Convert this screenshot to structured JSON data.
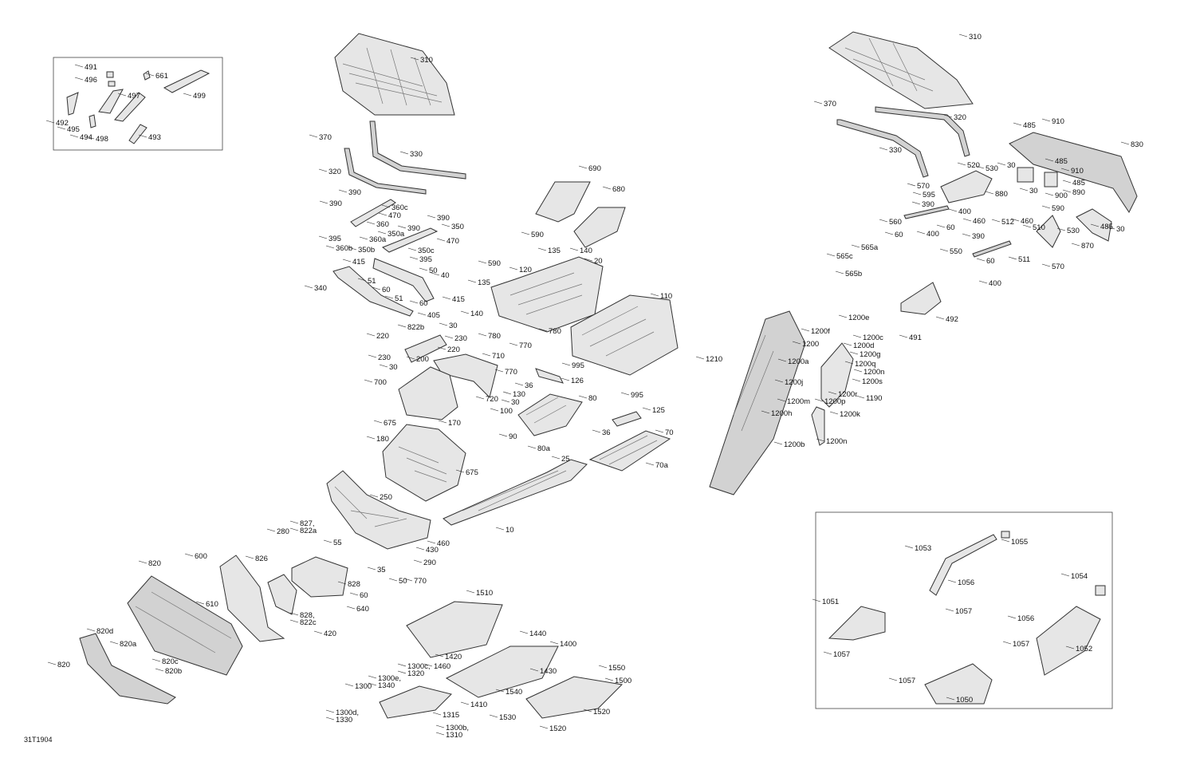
{
  "diagram": {
    "code": "31T1904",
    "callouts": [
      {
        "id": "491",
        "label": "491"
      },
      {
        "id": "661",
        "label": "661"
      },
      {
        "id": "496",
        "label": "496"
      },
      {
        "id": "499",
        "label": "499"
      },
      {
        "id": "497",
        "label": "497"
      },
      {
        "id": "492a",
        "label": "492"
      },
      {
        "id": "495",
        "label": "495"
      },
      {
        "id": "494",
        "label": "494"
      },
      {
        "id": "498",
        "label": "498"
      },
      {
        "id": "493",
        "label": "493"
      },
      {
        "id": "310a",
        "label": "310"
      },
      {
        "id": "370a",
        "label": "370"
      },
      {
        "id": "330a",
        "label": "330"
      },
      {
        "id": "320a",
        "label": "320"
      },
      {
        "id": "390a",
        "label": "390"
      },
      {
        "id": "390b",
        "label": "390"
      },
      {
        "id": "360c",
        "label": "360c"
      },
      {
        "id": "470a",
        "label": "470"
      },
      {
        "id": "360",
        "label": "360"
      },
      {
        "id": "390c",
        "label": "390"
      },
      {
        "id": "390d",
        "label": "390"
      },
      {
        "id": "350",
        "label": "350"
      },
      {
        "id": "350a",
        "label": "350a"
      },
      {
        "id": "395a",
        "label": "395"
      },
      {
        "id": "360a",
        "label": "360a"
      },
      {
        "id": "470b",
        "label": "470"
      },
      {
        "id": "360b",
        "label": "360b"
      },
      {
        "id": "350b",
        "label": "350b"
      },
      {
        "id": "350c",
        "label": "350c"
      },
      {
        "id": "395b",
        "label": "395"
      },
      {
        "id": "415a",
        "label": "415"
      },
      {
        "id": "50a",
        "label": "50"
      },
      {
        "id": "40",
        "label": "40"
      },
      {
        "id": "340",
        "label": "340"
      },
      {
        "id": "51a",
        "label": "51"
      },
      {
        "id": "60a",
        "label": "60"
      },
      {
        "id": "51b",
        "label": "51"
      },
      {
        "id": "60b",
        "label": "60"
      },
      {
        "id": "415b",
        "label": "415"
      },
      {
        "id": "405",
        "label": "405"
      },
      {
        "id": "822b",
        "label": "822b"
      },
      {
        "id": "30a",
        "label": "30"
      },
      {
        "id": "220a",
        "label": "220"
      },
      {
        "id": "230a",
        "label": "230"
      },
      {
        "id": "230b",
        "label": "230"
      },
      {
        "id": "220b",
        "label": "220"
      },
      {
        "id": "30b",
        "label": "30"
      },
      {
        "id": "200",
        "label": "200"
      },
      {
        "id": "710",
        "label": "710"
      },
      {
        "id": "700",
        "label": "700"
      },
      {
        "id": "770a",
        "label": "770"
      },
      {
        "id": "720",
        "label": "720"
      },
      {
        "id": "690",
        "label": "690"
      },
      {
        "id": "680",
        "label": "680"
      },
      {
        "id": "590a",
        "label": "590"
      },
      {
        "id": "135a",
        "label": "135"
      },
      {
        "id": "140a",
        "label": "140"
      },
      {
        "id": "20",
        "label": "20"
      },
      {
        "id": "590b",
        "label": "590"
      },
      {
        "id": "120",
        "label": "120"
      },
      {
        "id": "135b",
        "label": "135"
      },
      {
        "id": "140b",
        "label": "140"
      },
      {
        "id": "780a",
        "label": "780"
      },
      {
        "id": "770b",
        "label": "770"
      },
      {
        "id": "780b",
        "label": "780"
      },
      {
        "id": "110",
        "label": "110"
      },
      {
        "id": "995a",
        "label": "995"
      },
      {
        "id": "36a",
        "label": "36"
      },
      {
        "id": "126",
        "label": "126"
      },
      {
        "id": "130",
        "label": "130"
      },
      {
        "id": "30c",
        "label": "30"
      },
      {
        "id": "80",
        "label": "80"
      },
      {
        "id": "100",
        "label": "100"
      },
      {
        "id": "90",
        "label": "90"
      },
      {
        "id": "80a",
        "label": "80a"
      },
      {
        "id": "995b",
        "label": "995"
      },
      {
        "id": "125",
        "label": "125"
      },
      {
        "id": "36b",
        "label": "36"
      },
      {
        "id": "70",
        "label": "70"
      },
      {
        "id": "70a",
        "label": "70a"
      },
      {
        "id": "675a",
        "label": "675"
      },
      {
        "id": "170",
        "label": "170"
      },
      {
        "id": "180",
        "label": "180"
      },
      {
        "id": "675b",
        "label": "675"
      },
      {
        "id": "25",
        "label": "25"
      },
      {
        "id": "10",
        "label": "10"
      },
      {
        "id": "250",
        "label": "250"
      },
      {
        "id": "460a",
        "label": "460"
      },
      {
        "id": "430",
        "label": "430"
      },
      {
        "id": "290",
        "label": "290"
      },
      {
        "id": "35",
        "label": "35"
      },
      {
        "id": "50b",
        "label": "50"
      },
      {
        "id": "770c",
        "label": "770"
      },
      {
        "id": "280",
        "label": "280"
      },
      {
        "id": "827",
        "label": "827,"
      },
      {
        "id": "822a",
        "label": "822a"
      },
      {
        "id": "55",
        "label": "55"
      },
      {
        "id": "826",
        "label": "826"
      },
      {
        "id": "828a",
        "label": "828"
      },
      {
        "id": "60c",
        "label": "60"
      },
      {
        "id": "640",
        "label": "640"
      },
      {
        "id": "828b",
        "label": "828,"
      },
      {
        "id": "822c",
        "label": "822c"
      },
      {
        "id": "420",
        "label": "420"
      },
      {
        "id": "600",
        "label": "600"
      },
      {
        "id": "610",
        "label": "610"
      },
      {
        "id": "820a1",
        "label": "820"
      },
      {
        "id": "820d",
        "label": "820d"
      },
      {
        "id": "820a",
        "label": "820a"
      },
      {
        "id": "820c",
        "label": "820c"
      },
      {
        "id": "820b",
        "label": "820b"
      },
      {
        "id": "820b1",
        "label": "820"
      },
      {
        "id": "1510",
        "label": "1510"
      },
      {
        "id": "1440",
        "label": "1440"
      },
      {
        "id": "1400",
        "label": "1400"
      },
      {
        "id": "1420",
        "label": "1420"
      },
      {
        "id": "1460",
        "label": "1460"
      },
      {
        "id": "1430",
        "label": "1430"
      },
      {
        "id": "1550",
        "label": "1550"
      },
      {
        "id": "1500",
        "label": "1500"
      },
      {
        "id": "1300c",
        "label": "1300c,"
      },
      {
        "id": "1320",
        "label": "1320"
      },
      {
        "id": "1300",
        "label": "1300"
      },
      {
        "id": "1300e",
        "label": "1300e,"
      },
      {
        "id": "1340",
        "label": "1340"
      },
      {
        "id": "1540",
        "label": "1540"
      },
      {
        "id": "1410",
        "label": "1410"
      },
      {
        "id": "1300d",
        "label": "1300d,"
      },
      {
        "id": "1330",
        "label": "1330"
      },
      {
        "id": "1315",
        "label": "1315"
      },
      {
        "id": "1300b",
        "label": "1300b,"
      },
      {
        "id": "1310",
        "label": "1310"
      },
      {
        "id": "1530",
        "label": "1530"
      },
      {
        "id": "1520a",
        "label": "1520"
      },
      {
        "id": "1520b",
        "label": "1520"
      },
      {
        "id": "310b",
        "label": "310"
      },
      {
        "id": "370b",
        "label": "370"
      },
      {
        "id": "320b",
        "label": "320"
      },
      {
        "id": "330b",
        "label": "330"
      },
      {
        "id": "485a",
        "label": "485"
      },
      {
        "id": "910a",
        "label": "910"
      },
      {
        "id": "830",
        "label": "830"
      },
      {
        "id": "30d",
        "label": "30"
      },
      {
        "id": "485b",
        "label": "485"
      },
      {
        "id": "910b",
        "label": "910"
      },
      {
        "id": "485c",
        "label": "485"
      },
      {
        "id": "890",
        "label": "890"
      },
      {
        "id": "880",
        "label": "880"
      },
      {
        "id": "30e",
        "label": "30"
      },
      {
        "id": "900",
        "label": "900"
      },
      {
        "id": "520",
        "label": "520"
      },
      {
        "id": "530a",
        "label": "530"
      },
      {
        "id": "570a",
        "label": "570"
      },
      {
        "id": "595",
        "label": "595"
      },
      {
        "id": "390e",
        "label": "390"
      },
      {
        "id": "400a",
        "label": "400"
      },
      {
        "id": "460b",
        "label": "460"
      },
      {
        "id": "560",
        "label": "560"
      },
      {
        "id": "60d",
        "label": "60"
      },
      {
        "id": "400b",
        "label": "400"
      },
      {
        "id": "60e",
        "label": "60"
      },
      {
        "id": "510",
        "label": "510"
      },
      {
        "id": "590c",
        "label": "590"
      },
      {
        "id": "530b",
        "label": "530"
      },
      {
        "id": "485d",
        "label": "485"
      },
      {
        "id": "30f",
        "label": "30"
      },
      {
        "id": "512",
        "label": "512"
      },
      {
        "id": "460c",
        "label": "460"
      },
      {
        "id": "870",
        "label": "870"
      },
      {
        "id": "390f",
        "label": "390"
      },
      {
        "id": "550",
        "label": "550"
      },
      {
        "id": "60f",
        "label": "60"
      },
      {
        "id": "511",
        "label": "511"
      },
      {
        "id": "570b",
        "label": "570"
      },
      {
        "id": "400c",
        "label": "400"
      },
      {
        "id": "565a",
        "label": "565a"
      },
      {
        "id": "565c",
        "label": "565c"
      },
      {
        "id": "565b",
        "label": "565b"
      },
      {
        "id": "492b",
        "label": "492"
      },
      {
        "id": "491b",
        "label": "491"
      },
      {
        "id": "1210",
        "label": "1210"
      },
      {
        "id": "1200e",
        "label": "1200e"
      },
      {
        "id": "1200f",
        "label": "1200f"
      },
      {
        "id": "1200c",
        "label": "1200c"
      },
      {
        "id": "1200",
        "label": "1200"
      },
      {
        "id": "1200d",
        "label": "1200d"
      },
      {
        "id": "1200g",
        "label": "1200g"
      },
      {
        "id": "1200a",
        "label": "1200a"
      },
      {
        "id": "1200q",
        "label": "1200q"
      },
      {
        "id": "1200n1",
        "label": "1200n"
      },
      {
        "id": "1200j",
        "label": "1200j"
      },
      {
        "id": "1200s",
        "label": "1200s"
      },
      {
        "id": "1200r",
        "label": "1200r"
      },
      {
        "id": "1200p",
        "label": "1200p"
      },
      {
        "id": "1190",
        "label": "1190"
      },
      {
        "id": "1200m",
        "label": "1200m"
      },
      {
        "id": "1200h",
        "label": "1200h"
      },
      {
        "id": "1200k",
        "label": "1200k"
      },
      {
        "id": "1200b",
        "label": "1200b"
      },
      {
        "id": "1200n2",
        "label": "1200n"
      },
      {
        "id": "1055",
        "label": "1055"
      },
      {
        "id": "1053",
        "label": "1053"
      },
      {
        "id": "1056a",
        "label": "1056"
      },
      {
        "id": "1057a",
        "label": "1057"
      },
      {
        "id": "1054",
        "label": "1054"
      },
      {
        "id": "1051",
        "label": "1051"
      },
      {
        "id": "1056b",
        "label": "1056"
      },
      {
        "id": "1057b",
        "label": "1057"
      },
      {
        "id": "1052",
        "label": "1052"
      },
      {
        "id": "1057c",
        "label": "1057"
      },
      {
        "id": "1057d",
        "label": "1057"
      },
      {
        "id": "1050",
        "label": "1050"
      }
    ]
  }
}
